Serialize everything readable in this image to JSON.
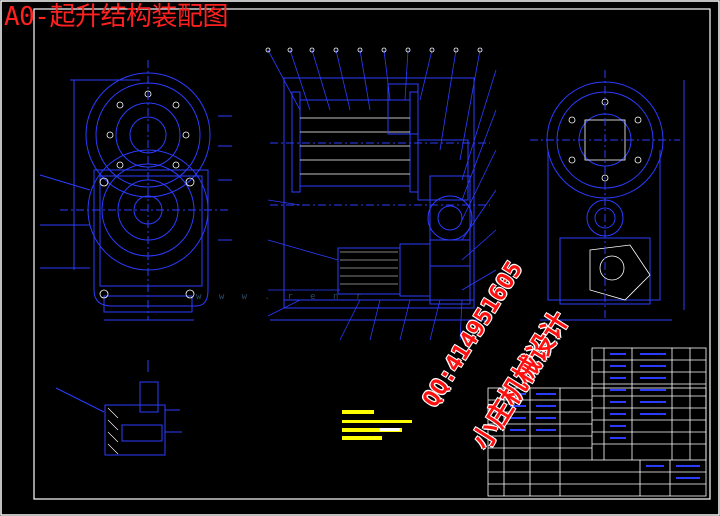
{
  "title": "A0-起升结构装配图",
  "watermark": {
    "qq": "QQ:414951605",
    "name": "小庄机械设计",
    "site": "w w w . r e n r"
  },
  "colors": {
    "background": "#000000",
    "frame": "#ffffff",
    "linework": "#2b3cff",
    "title_text": "#ff2020",
    "label_bar": "#ffff00"
  }
}
